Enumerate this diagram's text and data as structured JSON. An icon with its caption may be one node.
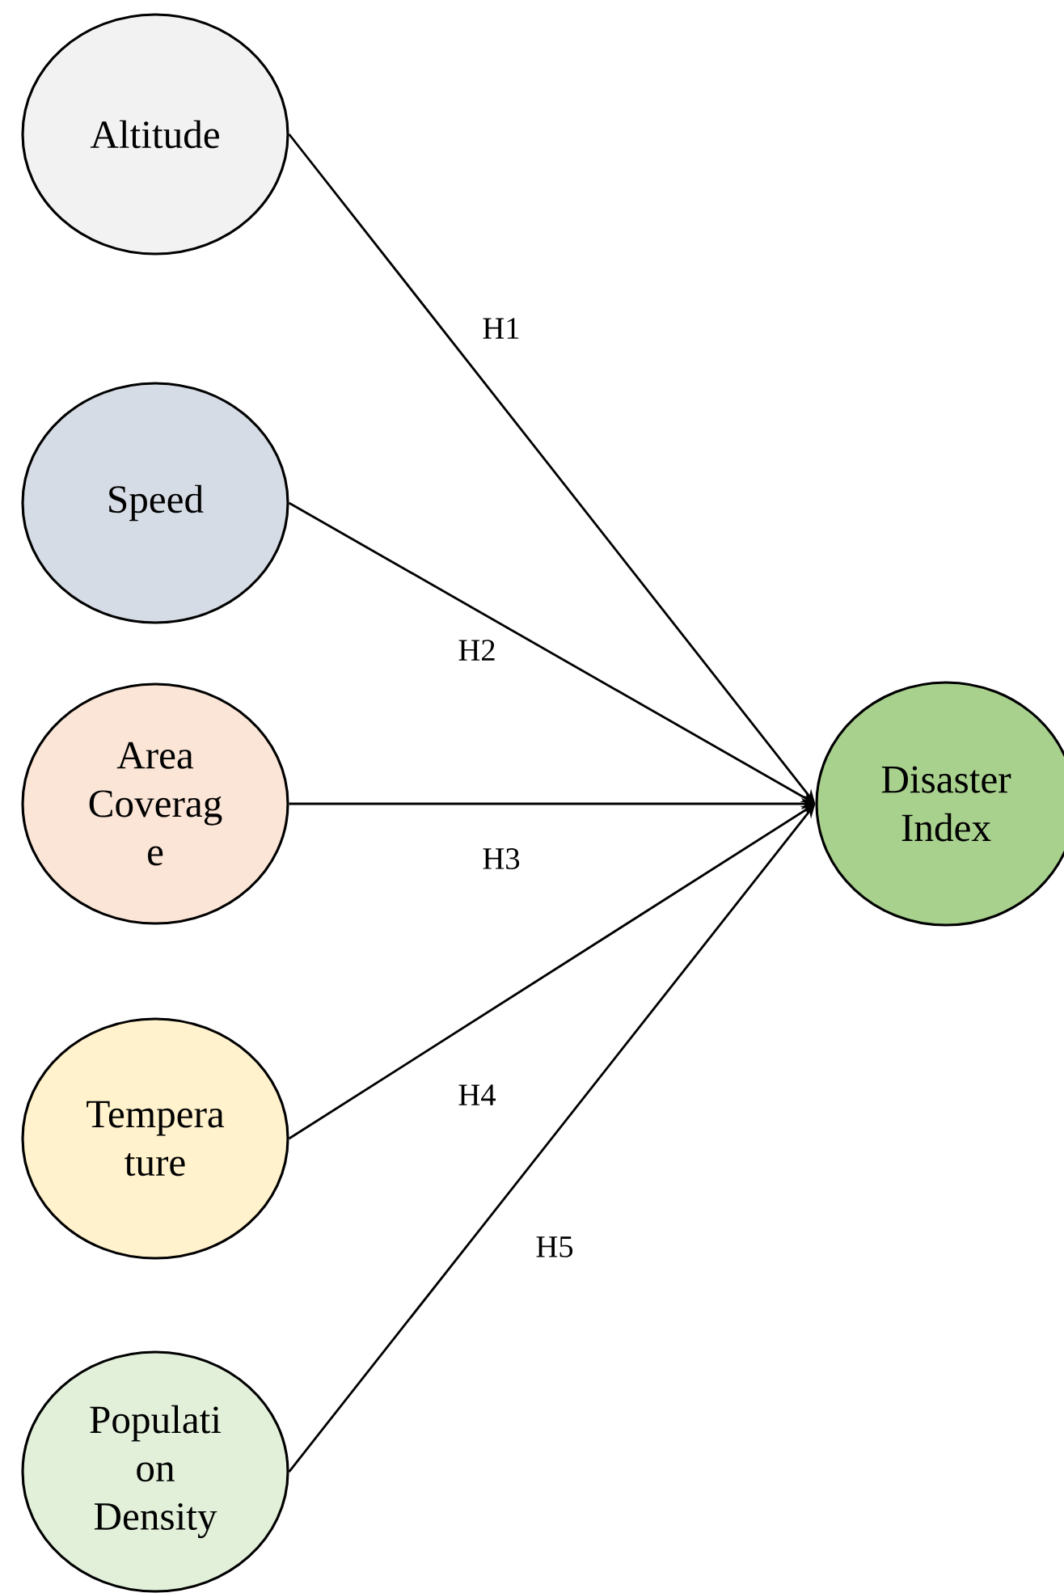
{
  "diagram": {
    "nodes": [
      {
        "text": [
          "Altitude"
        ]
      },
      {
        "text": [
          "Speed"
        ]
      },
      {
        "text": [
          "Area Coverag e"
        ]
      },
      {
        "text": [
          "Tempera ture"
        ]
      },
      {
        "text": [
          "Populati on Density"
        ]
      },
      {
        "text": [
          "Disaster Index"
        ]
      }
    ],
    "edges": [
      {
        "from": 0,
        "to": 5,
        "arrow": "to",
        "label": "H1"
      },
      {
        "from": 1,
        "to": 5,
        "arrow": "to",
        "label": "H2"
      },
      {
        "from": 2,
        "to": 5,
        "arrow": "to",
        "label": "H3"
      },
      {
        "from": 3,
        "to": 5,
        "arrow": "to",
        "label": "H4"
      },
      {
        "from": 4,
        "to": 5,
        "arrow": "to",
        "label": "H5"
      }
    ]
  }
}
